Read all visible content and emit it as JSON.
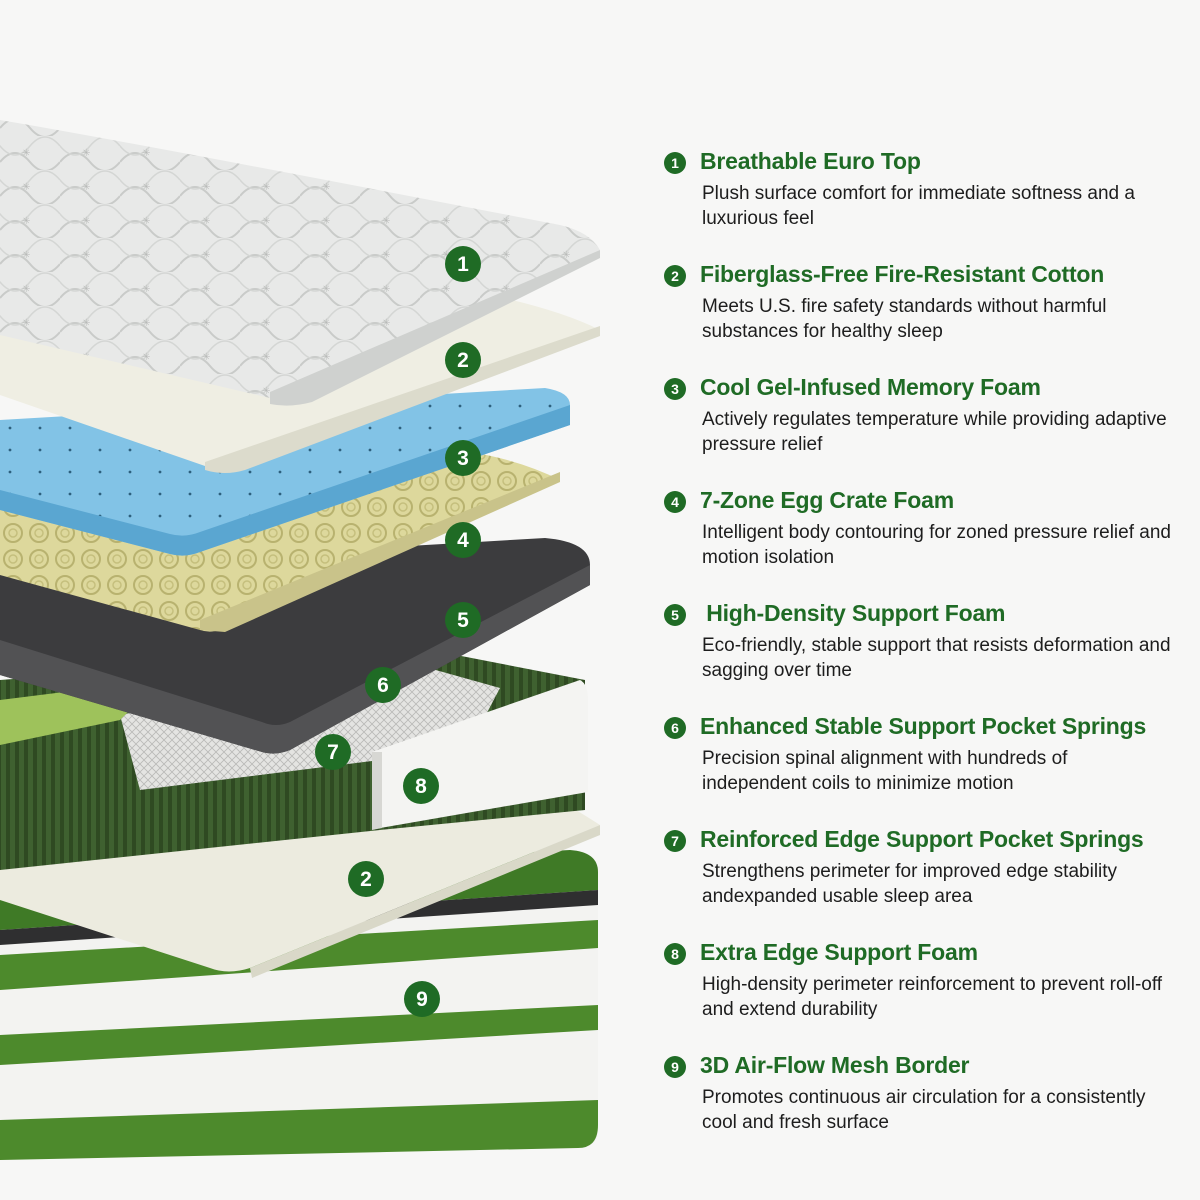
{
  "colors": {
    "brand_green": "#1f6b25",
    "green_band": "#4d8a2c",
    "gel_blue": "#7cc0e4",
    "dark_foam": "#3c3c3e",
    "text_dark": "#1d1d1d"
  },
  "layer_markers": [
    "1",
    "2",
    "3",
    "4",
    "5",
    "6",
    "7",
    "8",
    "2",
    "9"
  ],
  "features": [
    {
      "number": "1",
      "title": "Breathable Euro Top",
      "description": "Plush surface comfort for immediate softness and a luxurious feel"
    },
    {
      "number": "2",
      "title": "Fiberglass-Free Fire-Resistant Cotton",
      "description": "Meets U.S. fire safety standards without harmful substances for healthy sleep"
    },
    {
      "number": "3",
      "title": "Cool Gel-Infused Memory Foam",
      "description": "Actively regulates temperature while providing adaptive pressure relief"
    },
    {
      "number": "4",
      "title": "7-Zone Egg Crate Foam",
      "description": "Intelligent body contouring for zoned pressure relief and motion isolation"
    },
    {
      "number": "5",
      "title": " High-Density Support Foam",
      "description": "Eco-friendly, stable support that resists deformation and sagging over time"
    },
    {
      "number": "6",
      "title": "Enhanced Stable Support Pocket Springs",
      "description": "Precision spinal alignment with hundreds of independent coils to minimize motion"
    },
    {
      "number": "7",
      "title": "Reinforced Edge Support Pocket Springs",
      "description": "Strengthens perimeter for improved edge stability andexpanded usable sleep area"
    },
    {
      "number": "8",
      "title": "Extra Edge Support Foam",
      "description": "High-density perimeter reinforcement to prevent roll-off and extend durability"
    },
    {
      "number": "9",
      "title": "3D Air-Flow Mesh Border",
      "description": "Promotes continuous air circulation for a consistently cool and fresh surface"
    }
  ]
}
